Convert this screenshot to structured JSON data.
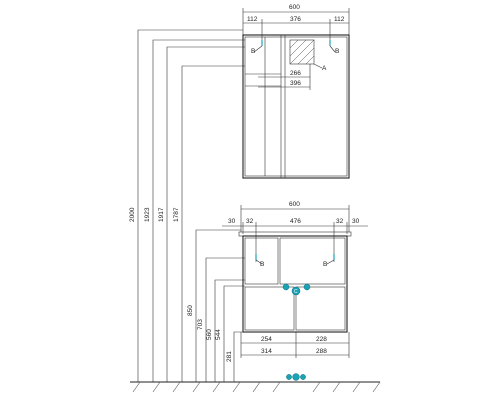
{
  "mirror_cabinet": {
    "width": "600",
    "offset_left": "112",
    "center_gap": "376",
    "offset_right": "112",
    "inner_width_a": "266",
    "inner_width_b": "396",
    "marker_a": "A",
    "marker_b_left": "B",
    "marker_b_right": "B"
  },
  "base_cabinet": {
    "width": "600",
    "side_left": "30",
    "inset_left": "32",
    "inner_span": "476",
    "inset_right": "32",
    "side_right": "30",
    "marker_b_left": "B",
    "marker_b_right": "B",
    "marker_c": "C",
    "bottom_254": "254",
    "bottom_228": "228",
    "bottom_314": "314",
    "bottom_288": "288"
  },
  "heights": {
    "h2000": "2000",
    "h1923": "1923",
    "h1917": "1917",
    "h1787": "1787",
    "h850": "850",
    "h703": "703",
    "h560": "560",
    "h544": "544",
    "h281": "281"
  },
  "colors": {
    "accent": "#1aa3b5",
    "line": "#333333"
  }
}
